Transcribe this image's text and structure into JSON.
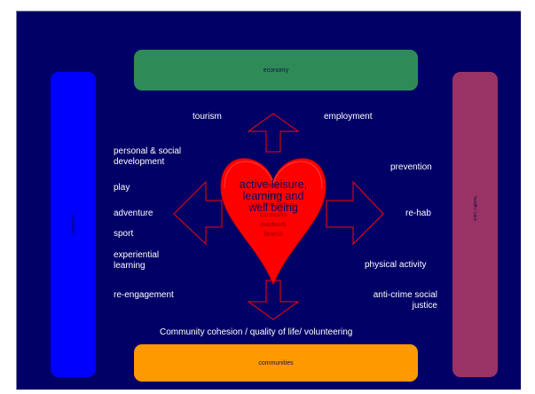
{
  "boxes": {
    "top": "economy",
    "bottom": "communities",
    "left": "education",
    "right": "health / care"
  },
  "colors": {
    "slide_bg": "#000066",
    "economy": "#2e8b57",
    "communities": "#ff9900",
    "education": "#0000ff",
    "health": "#993366",
    "heart": "#ff0000"
  },
  "center": {
    "title_lines": [
      "active leisure,",
      "learning and",
      "well being"
    ],
    "items": [
      "arts",
      "sports",
      "hair and beauty",
      "caravans",
      "outdoors",
      "fitness"
    ]
  },
  "top_labels": {
    "left": "tourism",
    "right": "employment"
  },
  "left_labels": [
    "personal & social development",
    "play",
    "adventure",
    "sport",
    "experiential learning",
    "re-engagement"
  ],
  "right_labels": [
    "prevention",
    "re-hab",
    "physical activity",
    "anti-crime social justice"
  ],
  "bottom_label": "Community cohesion / quality of life/ volunteering"
}
